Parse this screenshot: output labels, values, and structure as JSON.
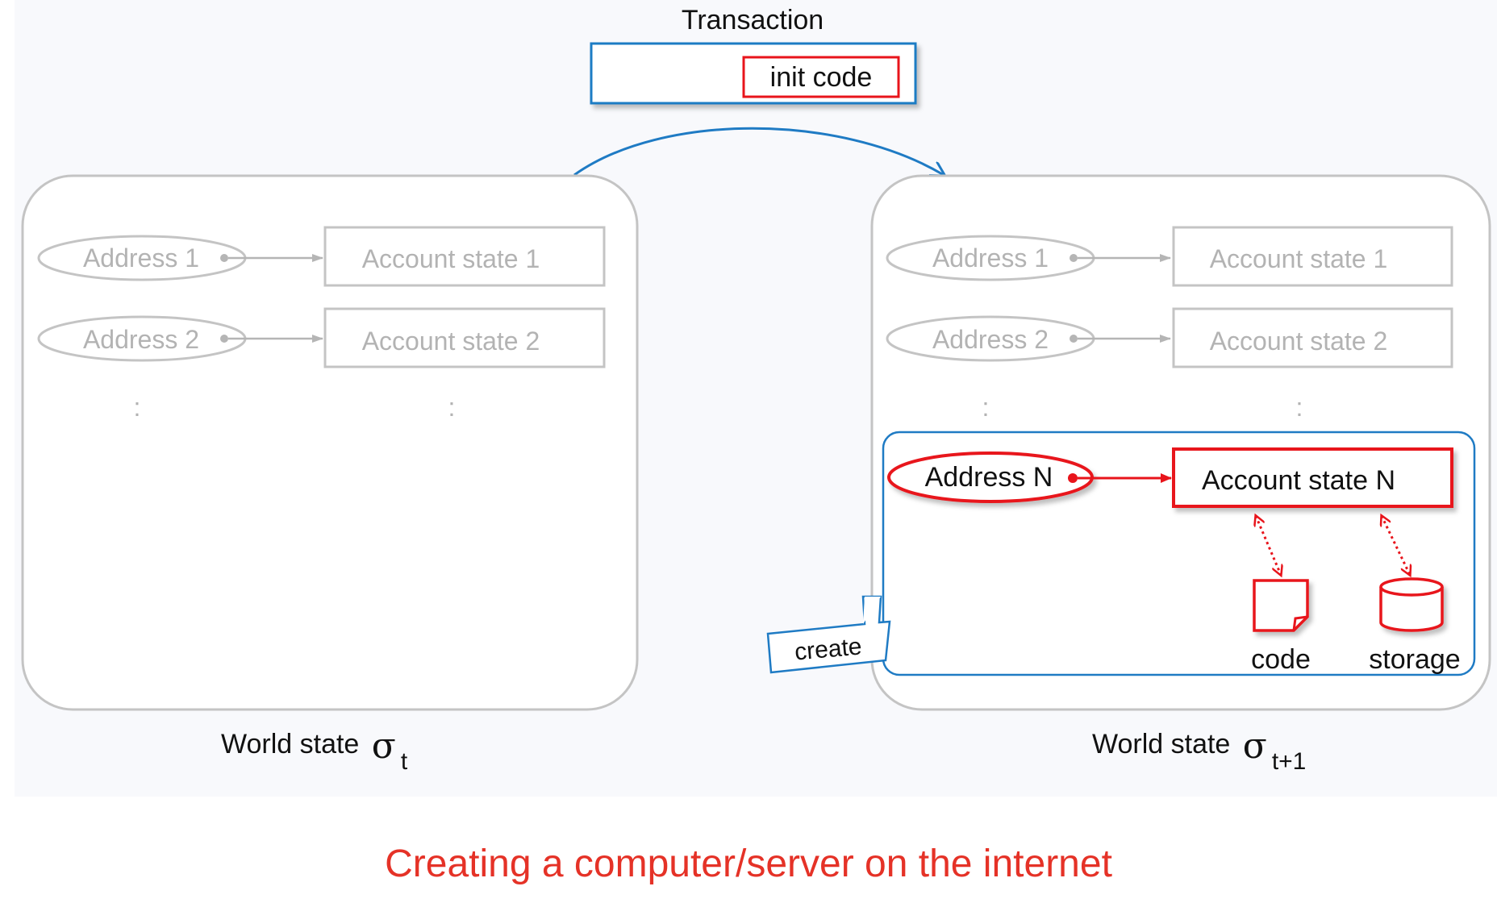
{
  "transaction": {
    "title": "Transaction",
    "init_code": "init code"
  },
  "left_state": {
    "rows": [
      {
        "address": "Address 1",
        "account": "Account state 1"
      },
      {
        "address": "Address 2",
        "account": "Account state 2"
      }
    ],
    "ellipsis": ":",
    "caption": "World state",
    "sigma": "σ",
    "subscript": "t"
  },
  "right_state": {
    "rows": [
      {
        "address": "Address 1",
        "account": "Account state 1"
      },
      {
        "address": "Address 2",
        "account": "Account state 2"
      }
    ],
    "ellipsis": ":",
    "new_address": "Address N",
    "new_account": "Account state N",
    "code_label": "code",
    "storage_label": "storage",
    "create_label": "create",
    "caption": "World state",
    "sigma": "σ",
    "subscript": "t+1"
  },
  "caption": "Creating a computer/server on the internet",
  "colors": {
    "red": "#e8141b",
    "blue": "#1f7bc4",
    "gray": "#c4c4c4",
    "caption_red": "#e53227"
  }
}
